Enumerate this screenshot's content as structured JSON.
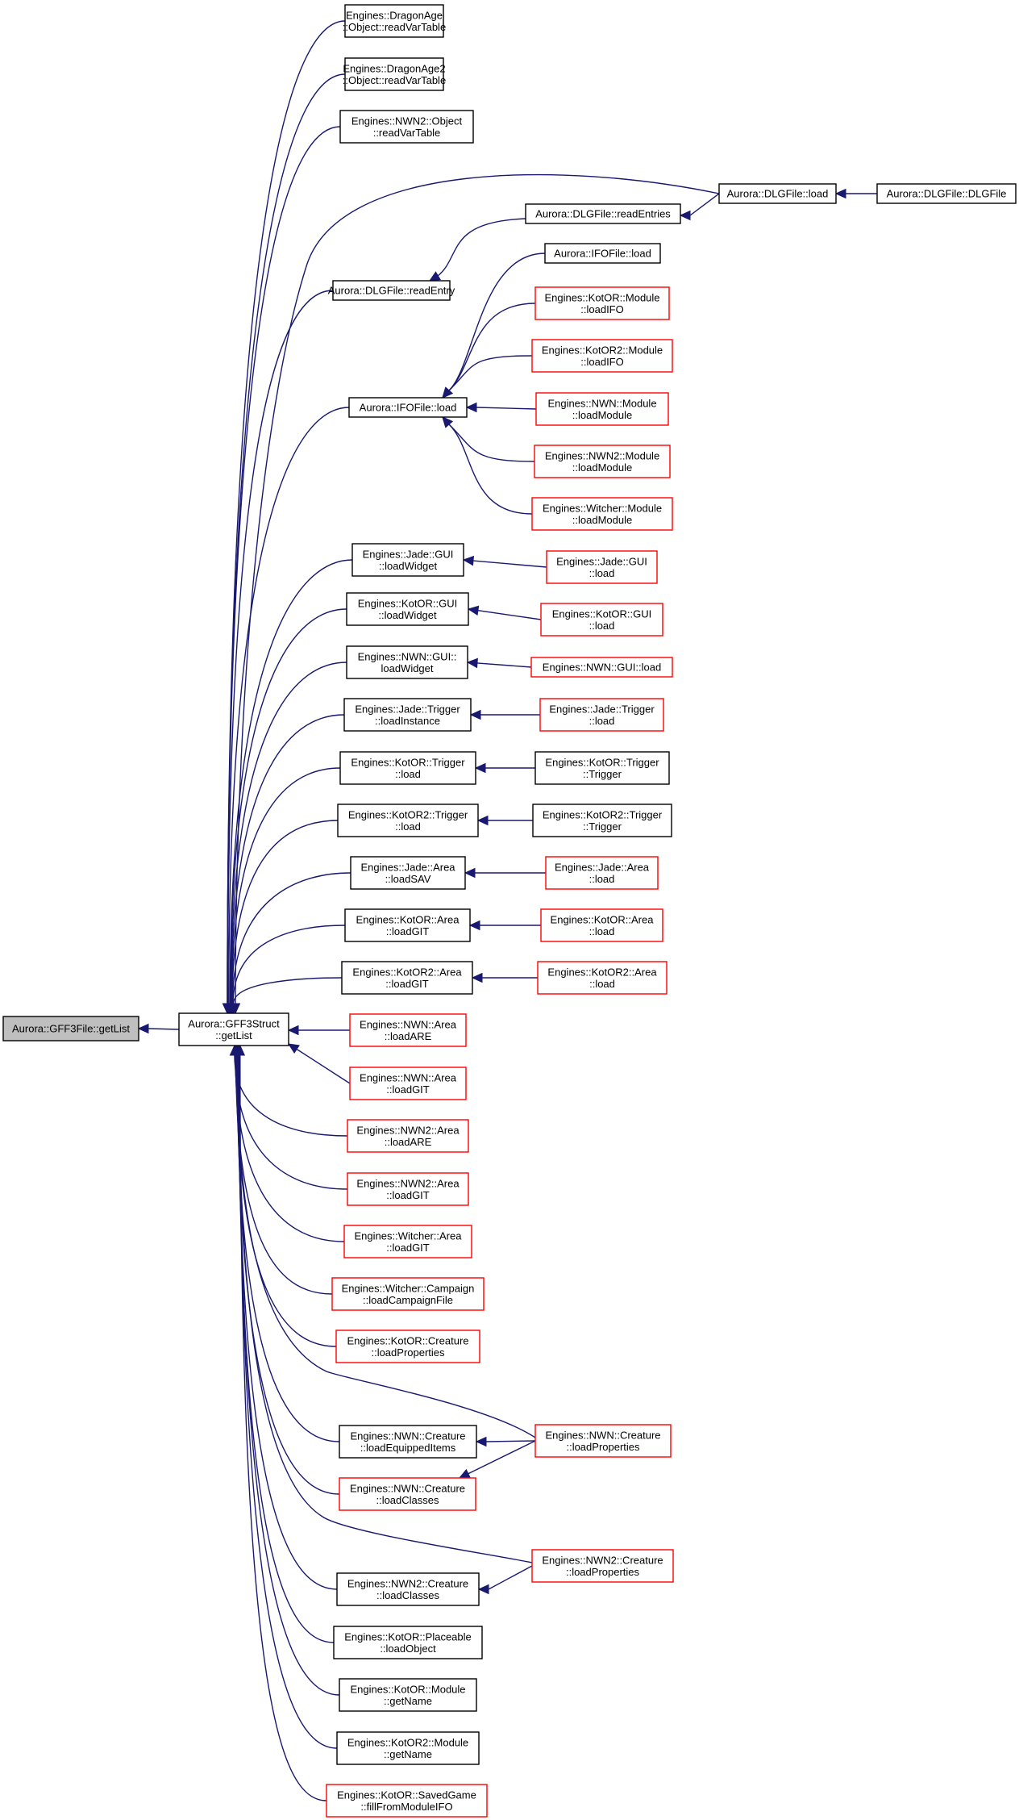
{
  "colors": {
    "edge": "#191970",
    "border_normal": "#000000",
    "border_truncated": "#ff0000",
    "fill_focus": "#bfbfbf",
    "fill_normal": "#ffffff"
  },
  "nodes": [
    {
      "id": "gff3file_getlist",
      "lines": [
        "Aurora::GFF3File::getList"
      ],
      "style": "focus"
    },
    {
      "id": "gff3struct_getlist",
      "lines": [
        "Aurora::GFF3Struct",
        "::getList"
      ],
      "style": "normal"
    },
    {
      "id": "dragonage_readvartable",
      "lines": [
        "Engines::DragonAge",
        "::Object::readVarTable"
      ],
      "style": "normal"
    },
    {
      "id": "dragonage2_readvartable",
      "lines": [
        "Engines::DragonAge2",
        "::Object::readVarTable"
      ],
      "style": "normal"
    },
    {
      "id": "nwn2_object_readvartable",
      "lines": [
        "Engines::NWN2::Object",
        "::readVarTable"
      ],
      "style": "normal"
    },
    {
      "id": "dlgfile_load",
      "lines": [
        "Aurora::DLGFile::load"
      ],
      "style": "normal"
    },
    {
      "id": "dlgfile_ctor",
      "lines": [
        "Aurora::DLGFile::DLGFile"
      ],
      "style": "normal"
    },
    {
      "id": "dlgfile_readentries",
      "lines": [
        "Aurora::DLGFile::readEntries"
      ],
      "style": "normal"
    },
    {
      "id": "dlgfile_readentry",
      "lines": [
        "Aurora::DLGFile::readEntry"
      ],
      "style": "normal"
    },
    {
      "id": "ifofile_load_right",
      "lines": [
        "Aurora::IFOFile::load"
      ],
      "style": "normal"
    },
    {
      "id": "kotor_module_loadifo",
      "lines": [
        "Engines::KotOR::Module",
        "::loadIFO"
      ],
      "style": "truncated"
    },
    {
      "id": "kotor2_module_loadifo",
      "lines": [
        "Engines::KotOR2::Module",
        "::loadIFO"
      ],
      "style": "truncated"
    },
    {
      "id": "ifofile_load",
      "lines": [
        "Aurora::IFOFile::load"
      ],
      "style": "normal"
    },
    {
      "id": "nwn_module_loadmodule",
      "lines": [
        "Engines::NWN::Module",
        "::loadModule"
      ],
      "style": "truncated"
    },
    {
      "id": "nwn2_module_loadmodule",
      "lines": [
        "Engines::NWN2::Module",
        "::loadModule"
      ],
      "style": "truncated"
    },
    {
      "id": "witcher_module_loadmodule",
      "lines": [
        "Engines::Witcher::Module",
        "::loadModule"
      ],
      "style": "truncated"
    },
    {
      "id": "jade_gui_loadwidget",
      "lines": [
        "Engines::Jade::GUI",
        "::loadWidget"
      ],
      "style": "normal"
    },
    {
      "id": "jade_gui_load",
      "lines": [
        "Engines::Jade::GUI",
        "::load"
      ],
      "style": "truncated"
    },
    {
      "id": "kotor_gui_loadwidget",
      "lines": [
        "Engines::KotOR::GUI",
        "::loadWidget"
      ],
      "style": "normal"
    },
    {
      "id": "kotor_gui_load",
      "lines": [
        "Engines::KotOR::GUI",
        "::load"
      ],
      "style": "truncated"
    },
    {
      "id": "nwn_gui_loadwidget",
      "lines": [
        "Engines::NWN::GUI::",
        "loadWidget"
      ],
      "style": "normal"
    },
    {
      "id": "nwn_gui_load",
      "lines": [
        "Engines::NWN::GUI::load"
      ],
      "style": "truncated"
    },
    {
      "id": "jade_trigger_loadinstance",
      "lines": [
        "Engines::Jade::Trigger",
        "::loadInstance"
      ],
      "style": "normal"
    },
    {
      "id": "jade_trigger_load",
      "lines": [
        "Engines::Jade::Trigger",
        "::load"
      ],
      "style": "truncated"
    },
    {
      "id": "kotor_trigger_load",
      "lines": [
        "Engines::KotOR::Trigger",
        "::load"
      ],
      "style": "normal"
    },
    {
      "id": "kotor_trigger_ctor",
      "lines": [
        "Engines::KotOR::Trigger",
        "::Trigger"
      ],
      "style": "normal"
    },
    {
      "id": "kotor2_trigger_load",
      "lines": [
        "Engines::KotOR2::Trigger",
        "::load"
      ],
      "style": "normal"
    },
    {
      "id": "kotor2_trigger_ctor",
      "lines": [
        "Engines::KotOR2::Trigger",
        "::Trigger"
      ],
      "style": "normal"
    },
    {
      "id": "jade_area_loadsav",
      "lines": [
        "Engines::Jade::Area",
        "::loadSAV"
      ],
      "style": "normal"
    },
    {
      "id": "jade_area_load",
      "lines": [
        "Engines::Jade::Area",
        "::load"
      ],
      "style": "truncated"
    },
    {
      "id": "kotor_area_loadgit",
      "lines": [
        "Engines::KotOR::Area",
        "::loadGIT"
      ],
      "style": "normal"
    },
    {
      "id": "kotor_area_load",
      "lines": [
        "Engines::KotOR::Area",
        "::load"
      ],
      "style": "truncated"
    },
    {
      "id": "kotor2_area_loadgit",
      "lines": [
        "Engines::KotOR2::Area",
        "::loadGIT"
      ],
      "style": "normal"
    },
    {
      "id": "kotor2_area_load",
      "lines": [
        "Engines::KotOR2::Area",
        "::load"
      ],
      "style": "truncated"
    },
    {
      "id": "nwn_area_loadare",
      "lines": [
        "Engines::NWN::Area",
        "::loadARE"
      ],
      "style": "truncated"
    },
    {
      "id": "nwn_area_loadgit",
      "lines": [
        "Engines::NWN::Area",
        "::loadGIT"
      ],
      "style": "truncated"
    },
    {
      "id": "nwn2_area_loadare",
      "lines": [
        "Engines::NWN2::Area",
        "::loadARE"
      ],
      "style": "truncated"
    },
    {
      "id": "nwn2_area_loadgit",
      "lines": [
        "Engines::NWN2::Area",
        "::loadGIT"
      ],
      "style": "truncated"
    },
    {
      "id": "witcher_area_loadgit",
      "lines": [
        "Engines::Witcher::Area",
        "::loadGIT"
      ],
      "style": "truncated"
    },
    {
      "id": "witcher_campaign_loadcampaignfile",
      "lines": [
        "Engines::Witcher::Campaign",
        "::loadCampaignFile"
      ],
      "style": "truncated"
    },
    {
      "id": "kotor_creature_loadproperties",
      "lines": [
        "Engines::KotOR::Creature",
        "::loadProperties"
      ],
      "style": "truncated"
    },
    {
      "id": "nwn_creature_loadequippeditems",
      "lines": [
        "Engines::NWN::Creature",
        "::loadEquippedItems"
      ],
      "style": "normal"
    },
    {
      "id": "nwn_creature_loadproperties",
      "lines": [
        "Engines::NWN::Creature",
        "::loadProperties"
      ],
      "style": "truncated"
    },
    {
      "id": "nwn_creature_loadclasses",
      "lines": [
        "Engines::NWN::Creature",
        "::loadClasses"
      ],
      "style": "truncated"
    },
    {
      "id": "nwn2_creature_loadproperties",
      "lines": [
        "Engines::NWN2::Creature",
        "::loadProperties"
      ],
      "style": "truncated"
    },
    {
      "id": "nwn2_creature_loadclasses",
      "lines": [
        "Engines::NWN2::Creature",
        "::loadClasses"
      ],
      "style": "normal"
    },
    {
      "id": "kotor_placeable_loadobject",
      "lines": [
        "Engines::KotOR::Placeable",
        "::loadObject"
      ],
      "style": "normal"
    },
    {
      "id": "kotor_module_getname",
      "lines": [
        "Engines::KotOR::Module",
        "::getName"
      ],
      "style": "normal"
    },
    {
      "id": "kotor2_module_getname",
      "lines": [
        "Engines::KotOR2::Module",
        "::getName"
      ],
      "style": "normal"
    },
    {
      "id": "kotor_savedgame_fillfrommoduleifo",
      "lines": [
        "Engines::KotOR::SavedGame",
        "::fillFromModuleIFO"
      ],
      "style": "truncated"
    }
  ],
  "edges": [
    {
      "from": "gff3struct_getlist",
      "to": "gff3file_getlist"
    },
    {
      "from": "dragonage_readvartable",
      "to": "gff3struct_getlist"
    },
    {
      "from": "dragonage2_readvartable",
      "to": "gff3struct_getlist"
    },
    {
      "from": "nwn2_object_readvartable",
      "to": "gff3struct_getlist"
    },
    {
      "from": "dlgfile_load",
      "to": "gff3struct_getlist"
    },
    {
      "from": "dlgfile_ctor",
      "to": "dlgfile_load"
    },
    {
      "from": "dlgfile_load",
      "to": "dlgfile_readentries"
    },
    {
      "from": "dlgfile_readentries",
      "to": "dlgfile_readentry"
    },
    {
      "from": "dlgfile_readentry",
      "to": "gff3struct_getlist"
    },
    {
      "from": "ifofile_load_right",
      "to": "ifofile_load"
    },
    {
      "from": "kotor_module_loadifo",
      "to": "ifofile_load"
    },
    {
      "from": "kotor2_module_loadifo",
      "to": "ifofile_load"
    },
    {
      "from": "nwn_module_loadmodule",
      "to": "ifofile_load"
    },
    {
      "from": "nwn2_module_loadmodule",
      "to": "ifofile_load"
    },
    {
      "from": "witcher_module_loadmodule",
      "to": "ifofile_load"
    },
    {
      "from": "ifofile_load",
      "to": "gff3struct_getlist"
    },
    {
      "from": "jade_gui_load",
      "to": "jade_gui_loadwidget"
    },
    {
      "from": "jade_gui_loadwidget",
      "to": "gff3struct_getlist"
    },
    {
      "from": "kotor_gui_load",
      "to": "kotor_gui_loadwidget"
    },
    {
      "from": "kotor_gui_loadwidget",
      "to": "gff3struct_getlist"
    },
    {
      "from": "nwn_gui_load",
      "to": "nwn_gui_loadwidget"
    },
    {
      "from": "nwn_gui_loadwidget",
      "to": "gff3struct_getlist"
    },
    {
      "from": "jade_trigger_load",
      "to": "jade_trigger_loadinstance"
    },
    {
      "from": "jade_trigger_loadinstance",
      "to": "gff3struct_getlist"
    },
    {
      "from": "kotor_trigger_ctor",
      "to": "kotor_trigger_load"
    },
    {
      "from": "kotor_trigger_load",
      "to": "gff3struct_getlist"
    },
    {
      "from": "kotor2_trigger_ctor",
      "to": "kotor2_trigger_load"
    },
    {
      "from": "kotor2_trigger_load",
      "to": "gff3struct_getlist"
    },
    {
      "from": "jade_area_load",
      "to": "jade_area_loadsav"
    },
    {
      "from": "jade_area_loadsav",
      "to": "gff3struct_getlist"
    },
    {
      "from": "kotor_area_load",
      "to": "kotor_area_loadgit"
    },
    {
      "from": "kotor_area_loadgit",
      "to": "gff3struct_getlist"
    },
    {
      "from": "kotor2_area_load",
      "to": "kotor2_area_loadgit"
    },
    {
      "from": "kotor2_area_loadgit",
      "to": "gff3struct_getlist"
    },
    {
      "from": "nwn_area_loadare",
      "to": "gff3struct_getlist"
    },
    {
      "from": "nwn_area_loadgit",
      "to": "gff3struct_getlist"
    },
    {
      "from": "nwn2_area_loadare",
      "to": "gff3struct_getlist"
    },
    {
      "from": "nwn2_area_loadgit",
      "to": "gff3struct_getlist"
    },
    {
      "from": "witcher_area_loadgit",
      "to": "gff3struct_getlist"
    },
    {
      "from": "witcher_campaign_loadcampaignfile",
      "to": "gff3struct_getlist"
    },
    {
      "from": "kotor_creature_loadproperties",
      "to": "gff3struct_getlist"
    },
    {
      "from": "nwn_creature_loadproperties",
      "to": "gff3struct_getlist"
    },
    {
      "from": "nwn_creature_loadproperties",
      "to": "nwn_creature_loadequippeditems"
    },
    {
      "from": "nwn_creature_loadequippeditems",
      "to": "gff3struct_getlist"
    },
    {
      "from": "nwn_creature_loadproperties",
      "to": "nwn_creature_loadclasses"
    },
    {
      "from": "nwn_creature_loadclasses",
      "to": "gff3struct_getlist"
    },
    {
      "from": "nwn2_creature_loadproperties",
      "to": "gff3struct_getlist"
    },
    {
      "from": "nwn2_creature_loadproperties",
      "to": "nwn2_creature_loadclasses"
    },
    {
      "from": "nwn2_creature_loadclasses",
      "to": "gff3struct_getlist"
    },
    {
      "from": "kotor_placeable_loadobject",
      "to": "gff3struct_getlist"
    },
    {
      "from": "kotor_module_getname",
      "to": "gff3struct_getlist"
    },
    {
      "from": "kotor2_module_getname",
      "to": "gff3struct_getlist"
    },
    {
      "from": "kotor_savedgame_fillfrommoduleifo",
      "to": "gff3struct_getlist"
    }
  ]
}
